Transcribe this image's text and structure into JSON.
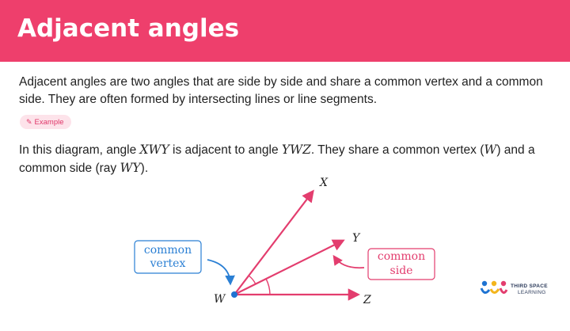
{
  "header": {
    "title": "Adjacent angles"
  },
  "intro": "Adjacent angles are two angles that are side by side and share a common vertex and a common side. They are often formed by intersecting lines or line segments.",
  "example": {
    "tag": "Example",
    "text_1": "In this diagram, angle ",
    "angle_1": "XWY",
    "text_2": " is adjacent to angle ",
    "angle_2": "YWZ",
    "text_3": ". They share a common vertex (",
    "vertex": "W",
    "text_4": ") and a common side (ray ",
    "ray": "WY",
    "text_5": ")."
  },
  "diagram": {
    "points": {
      "x": "X",
      "y": "Y",
      "z": "Z",
      "w": "W"
    },
    "callouts": {
      "vertex_line1": "common",
      "vertex_line2": "vertex",
      "side_line1": "common",
      "side_line2": "side"
    },
    "colors": {
      "ray": "#e33d6e",
      "vertex_dot": "#1e73d2",
      "vertex_callout": "#2a7fd4",
      "side_callout": "#e33d6e"
    }
  },
  "logo": {
    "line1": "THIRD SPACE",
    "line2": "LEARNING"
  }
}
